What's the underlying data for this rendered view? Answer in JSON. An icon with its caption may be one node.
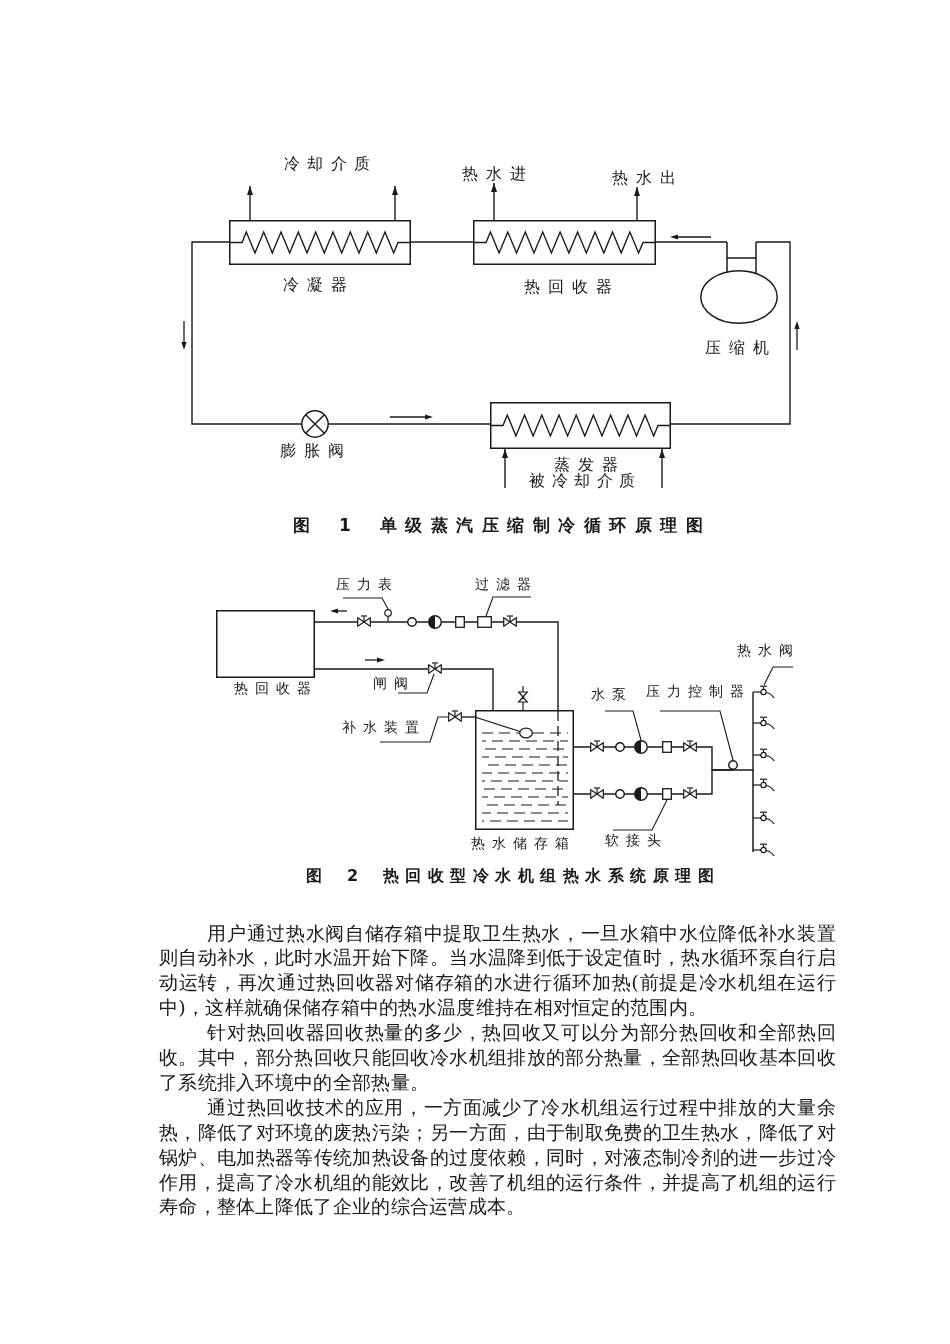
{
  "diagram": {
    "nodes": [
      {
        "text": [
          "热水进"
        ]
      },
      {
        "text": [
          "热水出"
        ]
      },
      {
        "text": [
          "冷凝器"
        ]
      },
      {
        "text": [
          "热回收器"
        ]
      },
      {
        "text": [
          "压缩机"
        ]
      },
      {
        "text": [
          "膨胀阀"
        ]
      },
      {
        "text": [
          "蒸发器"
        ]
      },
      {
        "text": [
          "压力表"
        ]
      },
      {
        "text": [
          "过滤器"
        ]
      },
      {
        "text": [],
        "shape": "circle"
      },
      {
        "text": [],
        "shape": "box"
      },
      {
        "text": [
          "热回收器"
        ]
      },
      {
        "text": [
          "闸阀"
        ]
      },
      {
        "text": [],
        "shape": "valve"
      },
      {
        "text": [
          "热水阀"
        ]
      },
      {
        "text": [
          "水泵"
        ]
      },
      {
        "text": [
          "压力控制器"
        ]
      },
      {
        "text": [
          "补水装置"
        ]
      },
      {
        "text": [],
        "shape": "valve"
      },
      {
        "text": [
          "热水储存箱"
        ]
      },
      {
        "text": [],
        "shape": "circle"
      },
      {
        "text": [],
        "shape": "circle"
      },
      {
        "text": [],
        "shape": "tap"
      },
      {
        "text": [
          "软接头"
        ]
      },
      {
        "text": [],
        "shape": "box"
      }
    ],
    "edges": [
      {
        "from": 4,
        "to": 3,
        "arrow": "none"
      },
      {
        "from": 3,
        "to": 2,
        "arrow": "none"
      },
      {
        "from": 2,
        "to": 5,
        "arrow": "none"
      },
      {
        "from": 5,
        "to": 6,
        "arrow": "none"
      },
      {
        "from": 6,
        "to": 4,
        "arrow": "none"
      },
      {
        "from": 3,
        "to": 0,
        "arrow": "to"
      },
      {
        "from": 3,
        "to": 1,
        "arrow": "to"
      },
      {
        "from": 2,
        "to": null,
        "arrow": "to"
      },
      {
        "from": 2,
        "to": null,
        "arrow": "to"
      },
      {
        "from": null,
        "to": 6,
        "arrow": "to"
      },
      {
        "from": null,
        "to": 6,
        "arrow": "to"
      },
      {
        "from": 7,
        "to": 9,
        "arrow": "none"
      },
      {
        "from": 8,
        "to": 10,
        "arrow": "none"
      },
      {
        "from": 12,
        "to": 13,
        "arrow": "none"
      },
      {
        "from": 14,
        "to": 22,
        "arrow": "none"
      },
      {
        "from": 15,
        "to": 20,
        "arrow": "none"
      },
      {
        "from": 16,
        "to": 21,
        "arrow": "none"
      },
      {
        "from": 17,
        "to": 18,
        "arrow": "none"
      },
      {
        "from": 23,
        "to": 24,
        "arrow": "none"
      },
      {
        "from": 19,
        "to": 10,
        "arrow": "none"
      },
      {
        "from": 10,
        "to": 11,
        "arrow": "none"
      },
      {
        "from": 11,
        "to": 13,
        "arrow": "none"
      },
      {
        "from": 13,
        "to": 19,
        "arrow": "none"
      },
      {
        "from": 18,
        "to": 19,
        "arrow": "none"
      },
      {
        "from": 19,
        "to": 20,
        "arrow": "none"
      },
      {
        "from": 20,
        "to": 21,
        "arrow": "none"
      },
      {
        "from": 19,
        "to": 24,
        "arrow": "none"
      },
      {
        "from": 24,
        "to": 21,
        "arrow": "none"
      },
      {
        "from": 21,
        "to": 22,
        "arrow": "none"
      }
    ],
    "labels": [
      "冷却介质",
      "被冷却介质",
      "图 1 单级蒸汽压缩制冷循环原理图",
      "图 2 热回收型冷水机组热水系统原理图",
      "用户通过热水阀自储存箱中提取卫生热水，一旦水箱中水位降低补水装置则自动补水，此时水温开始下降。当水温降到低于设定值时，热水循环泵自行启动运转，再次通过热回收器对储存箱的水进行循环加热(前提是冷水机组在运行中)，这样就确保储存箱中的热水温度维持在相对恒定的范围内。",
      "针对热回收器回收热量的多少，热回收又可以分为部分热回收和全部热回收。其中，部分热回收只能回收冷水机组排放的部分热量，全部热回收基本回收了系统排入环境中的全部热量。",
      "通过热回收技术的应用，一方面减少了冷水机组运行过程中排放的大量余热，降低了对环境的废热污染；另一方面，由于制取免费的卫生热水，降低了对锅炉、电加热器等传统加热设备的过度依赖，同时，对液态制冷剂的进一步过冷作用，提高了冷水机组的能效比，改善了机组的运行条件，并提高了机组的运行寿命，整体上降低了企业的综合运营成本。"
    ]
  }
}
